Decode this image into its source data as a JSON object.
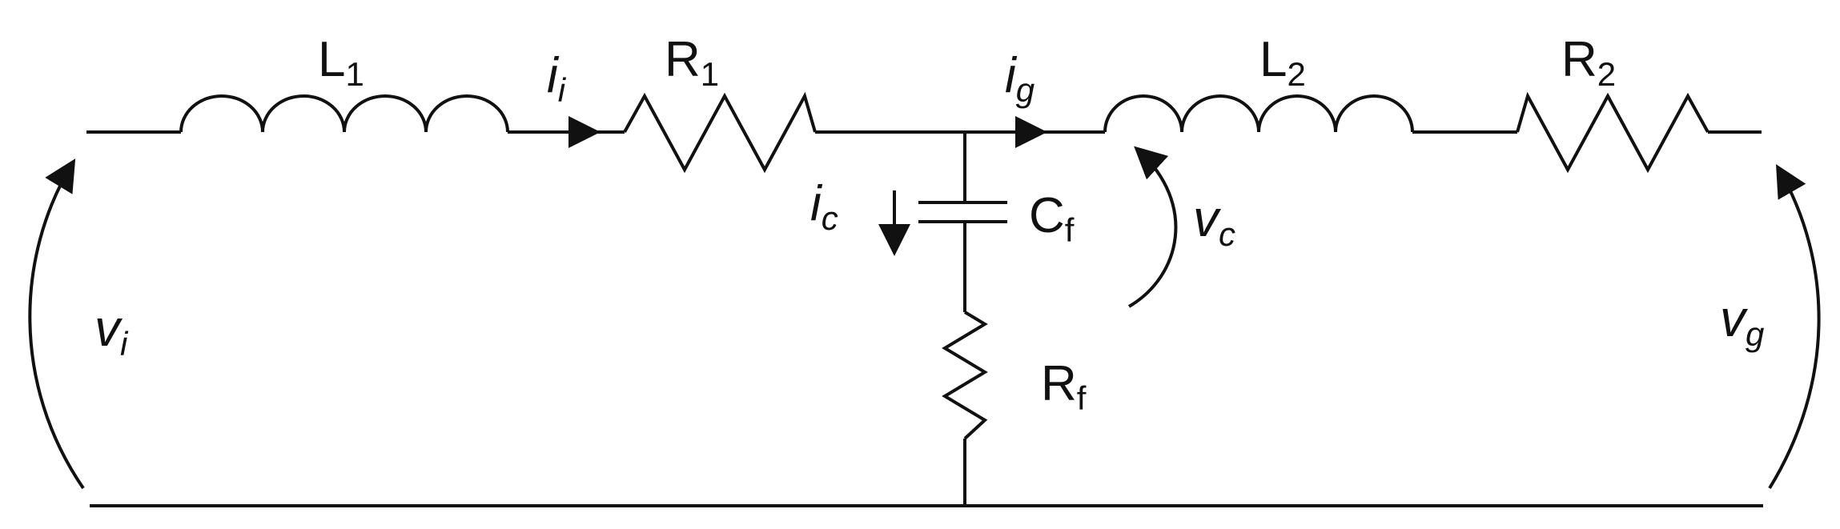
{
  "diagram": {
    "components": [
      {
        "id": "L1",
        "type": "inductor",
        "label": "L",
        "subscript": "1"
      },
      {
        "id": "R1",
        "type": "resistor",
        "label": "R",
        "subscript": "1"
      },
      {
        "id": "Cf",
        "type": "capacitor",
        "label": "C",
        "subscript": "f"
      },
      {
        "id": "Rf",
        "type": "resistor",
        "label": "R",
        "subscript": "f"
      },
      {
        "id": "L2",
        "type": "inductor",
        "label": "L",
        "subscript": "2"
      },
      {
        "id": "R2",
        "type": "resistor",
        "label": "R",
        "subscript": "2"
      }
    ],
    "currents": [
      {
        "id": "ii",
        "label": "i",
        "subscript": "i"
      },
      {
        "id": "ig",
        "label": "i",
        "subscript": "g"
      },
      {
        "id": "ic",
        "label": "i",
        "subscript": "c"
      }
    ],
    "voltages": [
      {
        "id": "vi",
        "label": "v",
        "subscript": "i"
      },
      {
        "id": "vc",
        "label": "v",
        "subscript": "c"
      },
      {
        "id": "vg",
        "label": "v",
        "subscript": "g"
      }
    ],
    "colors": {
      "stroke": "#111111",
      "background": "#ffffff"
    }
  }
}
